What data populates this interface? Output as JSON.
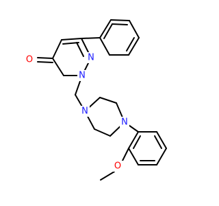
{
  "colors": {
    "bond": "#000000",
    "nitrogen": "#1a1aff",
    "oxygen": "#ff0000",
    "background": "#ffffff"
  },
  "atoms": {
    "ring_n1": "N",
    "ring_n2": "N",
    "carbonyl_o": "O",
    "piperazine_n1": "N",
    "piperazine_n2": "N",
    "methoxy_o": "O"
  }
}
